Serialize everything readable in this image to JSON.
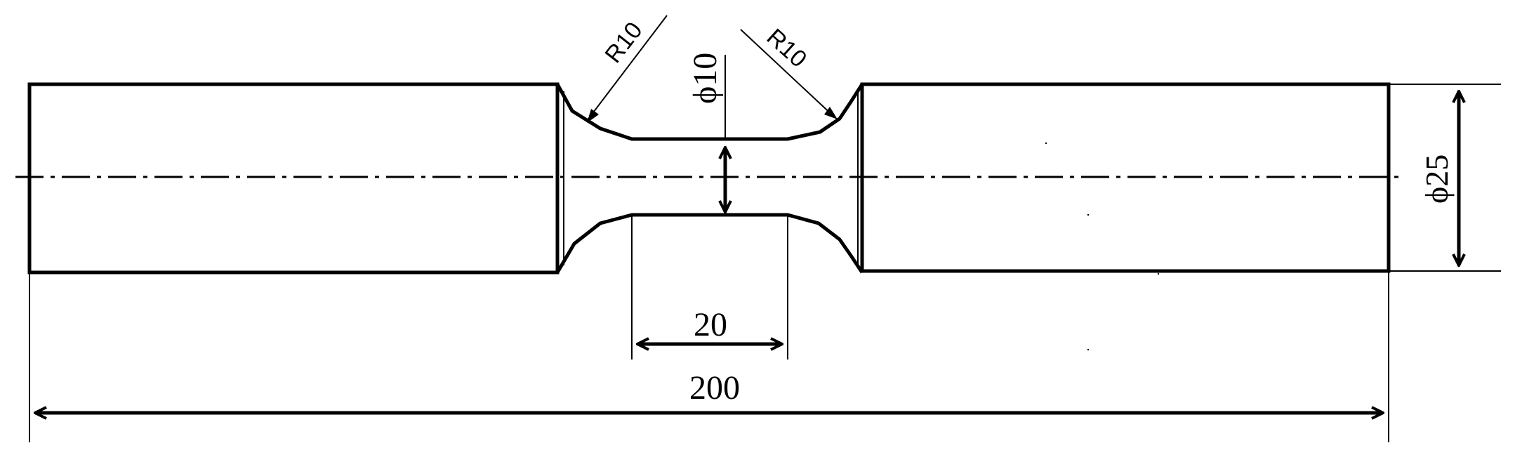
{
  "drawing": {
    "dimensions": {
      "overall_length": "200",
      "gauge_length": "20",
      "shoulder_diameter": "ϕ25",
      "gauge_diameter": "ϕ10",
      "fillet_radius_left": "R10",
      "fillet_radius_right": "R10"
    },
    "colors": {
      "line": "#000000",
      "background": "#ffffff"
    }
  }
}
